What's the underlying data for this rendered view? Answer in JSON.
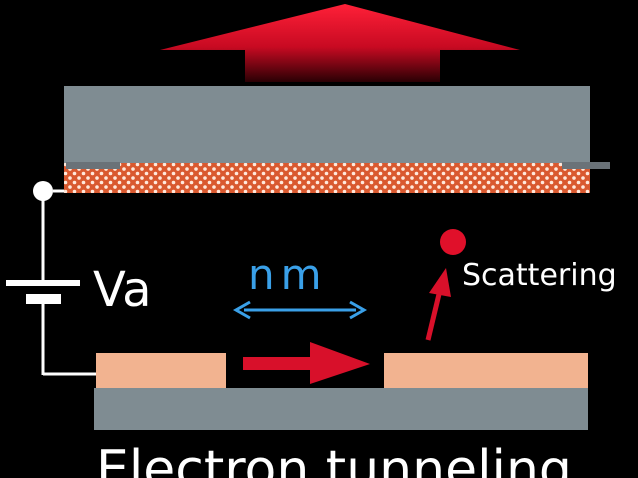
{
  "labels": {
    "voltage": "Va",
    "gap": "nm",
    "scattering": "Scattering",
    "caption": "Electron tunneling"
  },
  "colors": {
    "background": "#000000",
    "substrate": "#7f8c92",
    "electrode": "#f2b390",
    "arrow_red": "#d8102a",
    "gap_arrow": "#3aa0e8",
    "phosphor": "#d9592f",
    "wire": "#ffffff"
  },
  "icons": {
    "emission": "large-upward-arrow",
    "electron": "red-dot"
  }
}
